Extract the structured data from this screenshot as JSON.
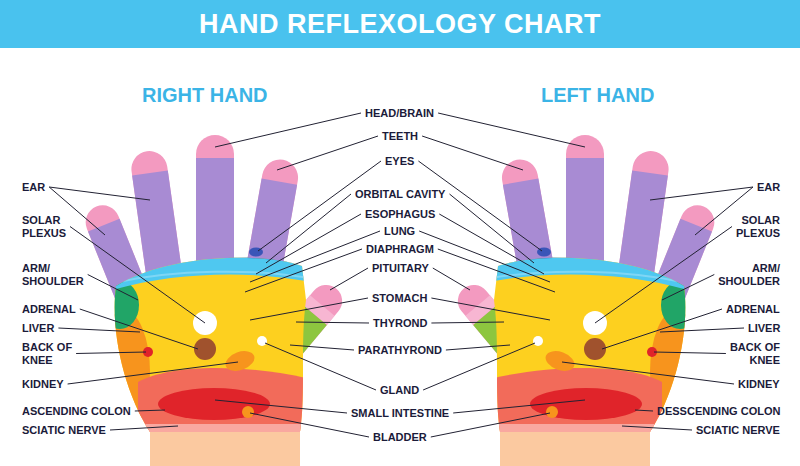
{
  "diagram": {
    "title": "HAND REFLEXOLOGY CHART",
    "labels": [
      "RIGHT HAND",
      "LEFT HAND",
      "EAR",
      "SOLAR PLEXUS",
      "ARM/ SHOULDER",
      "ADRENAL",
      "LIVER",
      "BACK OF KNEE",
      "KIDNEY",
      "ASCENDING COLON",
      "SCIATIC NERVE",
      "HEAD/BRAIN",
      "TEETH",
      "EYES",
      "ORBITAL CAVITY",
      "ESOPHAGUS",
      "LUNG",
      "DIAPHRAGM",
      "PITUITARY",
      "STOMACH",
      "THYROND",
      "PARATHYROND",
      "GLAND",
      "SMALL INTESTINE",
      "BLADDER",
      "EAR",
      "SOLAR PLEXUS",
      "ARM/ SHOULDER",
      "ADRENAL",
      "LIVER",
      "BACK OF KNEE",
      "KIDNEY",
      "DESSCENDING COLON",
      "SCIATIC NERVE"
    ]
  }
}
